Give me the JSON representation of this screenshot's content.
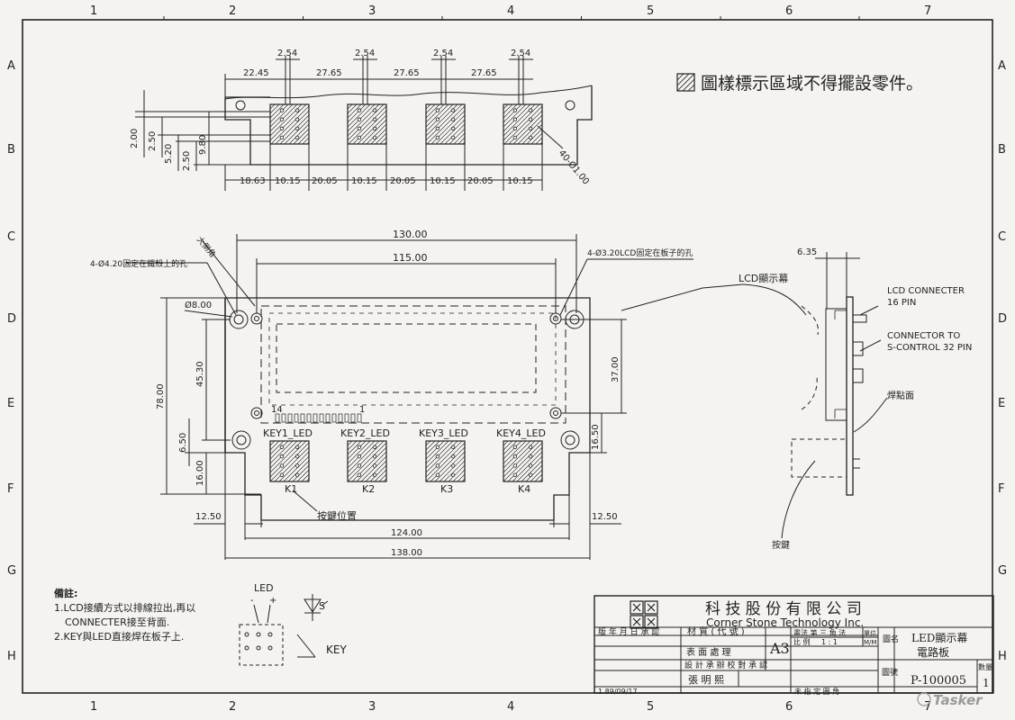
{
  "grid": {
    "columns": [
      "1",
      "2",
      "3",
      "4",
      "5",
      "6",
      "7"
    ],
    "rows": [
      "A",
      "B",
      "C",
      "D",
      "E",
      "F",
      "G",
      "H"
    ]
  },
  "notice": "圖樣標示區域不得擺設零件。",
  "top_view": {
    "dims_top": [
      "22.45",
      "27.65",
      "27.65",
      "27.65"
    ],
    "pitch": "2.54",
    "dims_bottom": [
      "18.63",
      "10.15",
      "20.05",
      "10.15",
      "20.05",
      "10.15",
      "20.05",
      "10.15"
    ],
    "dims_left": [
      "2.00",
      "2.50",
      "5.20",
      "2.50",
      "9.80"
    ],
    "holes_label": "40-Ø1.00"
  },
  "front_view": {
    "width_outer": "130.00",
    "width_inner": "115.00",
    "big_holes_label": "4-Ø4.20固定在鐵殼上的孔",
    "corner_label": "大倒角",
    "lcd_holes_label": "4-Ø3.20LCD固定在板子的孔",
    "dia_label": "Ø8.00",
    "height_total": "78.00",
    "height_mid": "45.30",
    "height_6": "6.50",
    "height_16": "16.00",
    "height_lcd": "37.00",
    "height_1650": "16.50",
    "pin_14": "14",
    "pin_1": "1",
    "led_labels": [
      "KEY1_LED",
      "KEY2_LED",
      "KEY3_LED",
      "KEY4_LED"
    ],
    "key_labels": [
      "K1",
      "K2",
      "K3",
      "K4"
    ],
    "key_pos_label": "按鍵位置",
    "left_margin": "12.50",
    "right_margin": "12.50",
    "width_124": "124.00",
    "width_138": "138.00"
  },
  "side_view": {
    "dim": "6.35",
    "lcd_label": "LCD顯示幕",
    "conn1_line1": "LCD CONNECTER",
    "conn1_line2": "16 PIN",
    "conn2_line1": "CONNECTOR TO",
    "conn2_line2": "S-CONTROL 32 PIN",
    "solder_label": "焊點面",
    "key_label": "按鍵"
  },
  "notes": {
    "title": "備註:",
    "line1": "1.LCD接續方式以排線拉出,再以",
    "line2": "CONNECTER接至背面.",
    "line3": "2.KEY與LED直接焊在板子上."
  },
  "schematic": {
    "led_label": "LED",
    "s_label": "S",
    "key_label": "KEY"
  },
  "title_block": {
    "company_cn": "科 技 股 份 有 限 公 司",
    "company_en": "Corner Stone Technology Inc.",
    "rev_header": "版 年 月 日 承 認",
    "material_label": "材 質 ( 代 號 )",
    "surface_label": "表 面 處 理",
    "size": "A3",
    "method": "畫法 第 三 角 法",
    "unit_label": "單位",
    "unit_value": "M/M",
    "scale_label": "比 例",
    "scale_value": "1 : 1",
    "name_label": "圖名",
    "drawing_name_1": "LED顯示幕",
    "drawing_name_2": "電路板",
    "roles": "設 計 承 辦 校 對 承 認",
    "designer": "張 明 熙",
    "number_label": "圖號",
    "drawing_no": "P-100005",
    "qty_label": "數量",
    "qty": "1",
    "tolerance": "未 指 定 圓 角",
    "rev_row": "1  89/09/17"
  },
  "watermark": "Tasker"
}
